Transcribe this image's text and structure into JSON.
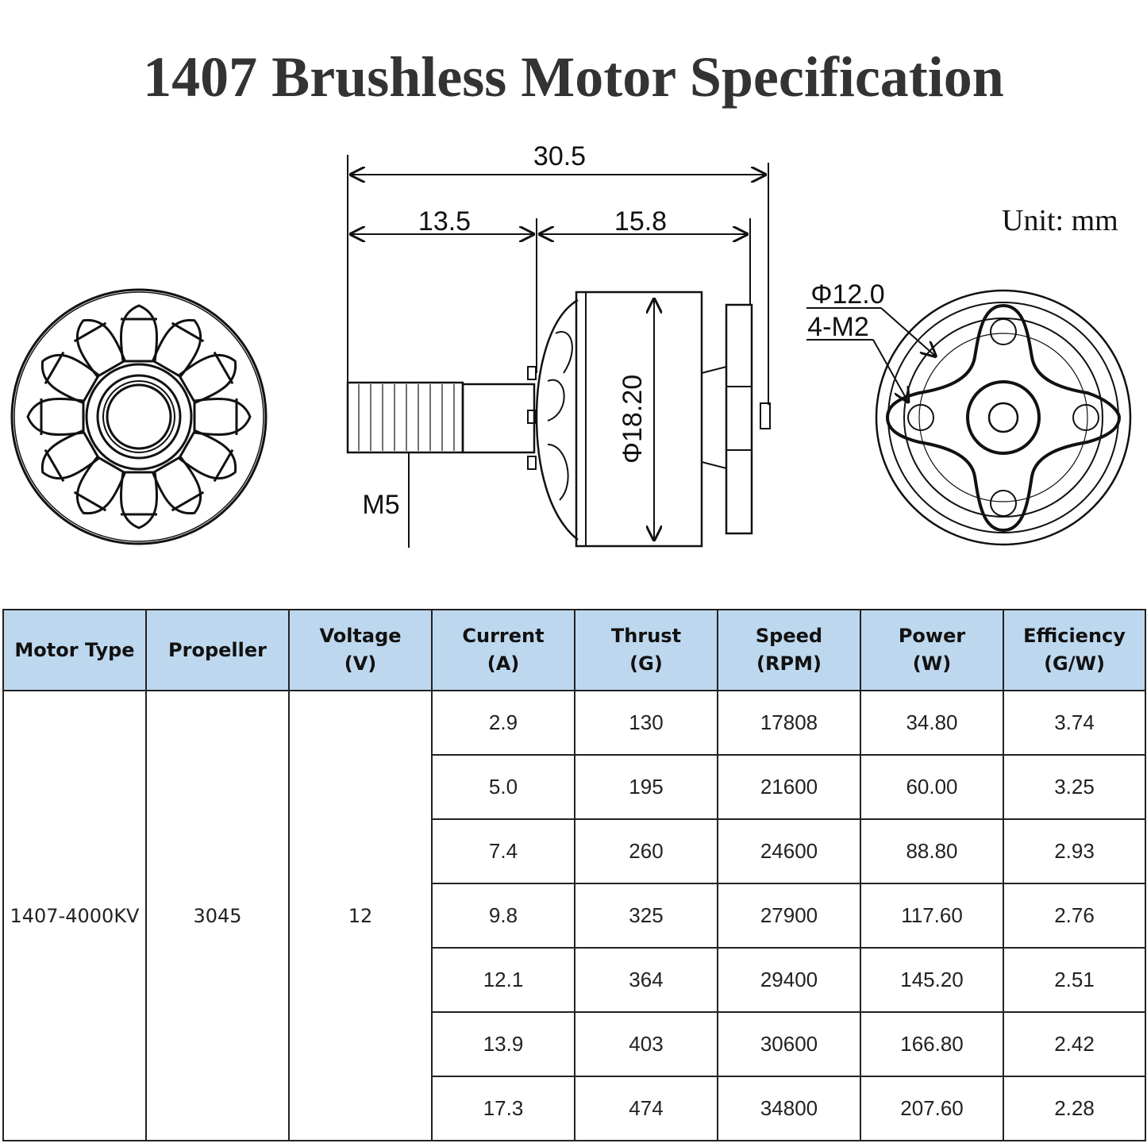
{
  "title": "1407 Brushless Motor Specification",
  "unit_label": "Unit: mm",
  "drawing": {
    "dimensions": {
      "overall_length": "30.5",
      "shaft_length": "13.5",
      "body_length": "15.8",
      "body_diameter": "Φ18.20",
      "shaft_thread": "M5",
      "mount_circle": "Φ12.0",
      "mount_holes": "4-M2"
    }
  },
  "table": {
    "headers": [
      {
        "line1": "Motor Type",
        "line2": ""
      },
      {
        "line1": "Propeller",
        "line2": ""
      },
      {
        "line1": "Voltage",
        "line2": "(V)"
      },
      {
        "line1": "Current",
        "line2": "(A)"
      },
      {
        "line1": "Thrust",
        "line2": "(G)"
      },
      {
        "line1": "Speed",
        "line2": "(RPM)"
      },
      {
        "line1": "Power",
        "line2": "(W)"
      },
      {
        "line1": "Efficiency",
        "line2": "(G/W)"
      }
    ],
    "motor_type": "1407-4000KV",
    "propeller": "3045",
    "voltage": "12",
    "rows": [
      {
        "current": "2.9",
        "thrust": "130",
        "speed": "17808",
        "power": "34.80",
        "efficiency": "3.74"
      },
      {
        "current": "5.0",
        "thrust": "195",
        "speed": "21600",
        "power": "60.00",
        "efficiency": "3.25"
      },
      {
        "current": "7.4",
        "thrust": "260",
        "speed": "24600",
        "power": "88.80",
        "efficiency": "2.93"
      },
      {
        "current": "9.8",
        "thrust": "325",
        "speed": "27900",
        "power": "117.60",
        "efficiency": "2.76"
      },
      {
        "current": "12.1",
        "thrust": "364",
        "speed": "29400",
        "power": "145.20",
        "efficiency": "2.51"
      },
      {
        "current": "13.9",
        "thrust": "403",
        "speed": "30600",
        "power": "166.80",
        "efficiency": "2.42"
      },
      {
        "current": "17.3",
        "thrust": "474",
        "speed": "34800",
        "power": "207.60",
        "efficiency": "2.28"
      }
    ]
  },
  "colors": {
    "header_bg": "#bdd7ee",
    "title": "#333333",
    "border": "#222222"
  }
}
